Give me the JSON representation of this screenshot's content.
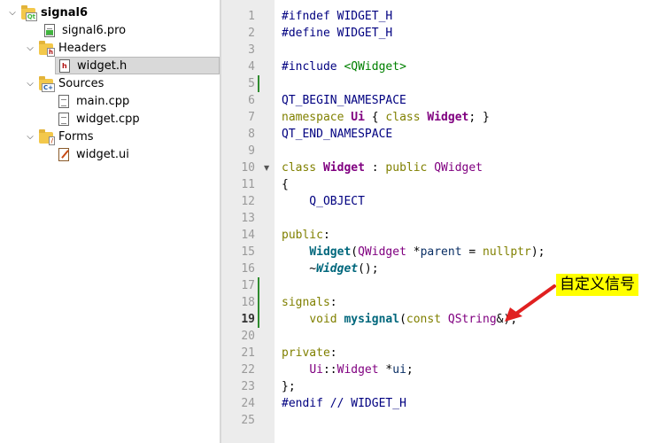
{
  "project_tree": {
    "project": "signal6",
    "items": [
      {
        "label": "signal6.pro"
      },
      {
        "label": "Headers"
      },
      {
        "label": "widget.h"
      },
      {
        "label": "Sources"
      },
      {
        "label": "main.cpp"
      },
      {
        "label": "widget.cpp"
      },
      {
        "label": "Forms"
      },
      {
        "label": "widget.ui"
      }
    ]
  },
  "editor": {
    "line_numbers": [
      "1",
      "2",
      "3",
      "4",
      "5",
      "6",
      "7",
      "8",
      "9",
      "10",
      "11",
      "12",
      "13",
      "14",
      "15",
      "16",
      "17",
      "18",
      "19",
      "20",
      "21",
      "22",
      "23",
      "24",
      "25"
    ],
    "current_line": 19,
    "lines": [
      [
        {
          "t": "#ifndef WIDGET_H",
          "c": "pp"
        }
      ],
      [
        {
          "t": "#define WIDGET_H",
          "c": "pp"
        }
      ],
      [],
      [
        {
          "t": "#include ",
          "c": "pp"
        },
        {
          "t": "<QWidget>",
          "c": "str"
        }
      ],
      [],
      [
        {
          "t": "QT_BEGIN_NAMESPACE",
          "c": "mac"
        }
      ],
      [
        {
          "t": "namespace ",
          "c": "kw"
        },
        {
          "t": "Ui",
          "c": "ty"
        },
        {
          "t": " { ",
          "c": ""
        },
        {
          "t": "class ",
          "c": "kw"
        },
        {
          "t": "Widget",
          "c": "ty"
        },
        {
          "t": "; }",
          "c": ""
        }
      ],
      [
        {
          "t": "QT_END_NAMESPACE",
          "c": "mac"
        }
      ],
      [],
      [
        {
          "t": "class ",
          "c": "kw"
        },
        {
          "t": "Widget",
          "c": "ty"
        },
        {
          "t": " : ",
          "c": ""
        },
        {
          "t": "public ",
          "c": "kw"
        },
        {
          "t": "QWidget",
          "c": "tyn"
        }
      ],
      [
        {
          "t": "{",
          "c": ""
        }
      ],
      [
        {
          "t": "    Q_OBJECT",
          "c": "mac"
        }
      ],
      [],
      [
        {
          "t": "public",
          "c": "kw"
        },
        {
          "t": ":",
          "c": ""
        }
      ],
      [
        {
          "t": "    ",
          "c": ""
        },
        {
          "t": "Widget",
          "c": "fn"
        },
        {
          "t": "(",
          "c": ""
        },
        {
          "t": "QWidget",
          "c": "tyn"
        },
        {
          "t": " *",
          "c": ""
        },
        {
          "t": "parent",
          "c": "ptr"
        },
        {
          "t": " = ",
          "c": ""
        },
        {
          "t": "nullptr",
          "c": "kw"
        },
        {
          "t": ");",
          "c": ""
        }
      ],
      [
        {
          "t": "    ~",
          "c": ""
        },
        {
          "t": "Widget",
          "c": "fni"
        },
        {
          "t": "();",
          "c": ""
        }
      ],
      [],
      [
        {
          "t": "signals",
          "c": "kw"
        },
        {
          "t": ":",
          "c": ""
        }
      ],
      [
        {
          "t": "    ",
          "c": ""
        },
        {
          "t": "void ",
          "c": "kw"
        },
        {
          "t": "mysignal",
          "c": "fn"
        },
        {
          "t": "(",
          "c": ""
        },
        {
          "t": "const ",
          "c": "kw"
        },
        {
          "t": "QString",
          "c": "tyn"
        },
        {
          "t": "&);",
          "c": ""
        }
      ],
      [],
      [
        {
          "t": "private",
          "c": "kw"
        },
        {
          "t": ":",
          "c": ""
        }
      ],
      [
        {
          "t": "    ",
          "c": ""
        },
        {
          "t": "Ui",
          "c": "tyn"
        },
        {
          "t": "::",
          "c": ""
        },
        {
          "t": "Widget",
          "c": "tyn"
        },
        {
          "t": " *",
          "c": ""
        },
        {
          "t": "ui",
          "c": "ptr"
        },
        {
          "t": ";",
          "c": ""
        }
      ],
      [
        {
          "t": "};",
          "c": ""
        }
      ],
      [
        {
          "t": "#endif ",
          "c": "pp"
        },
        {
          "t": "// WIDGET_H",
          "c": "cm"
        }
      ],
      []
    ]
  },
  "annotation": {
    "text": "自定义信号",
    "background": "#ffff00",
    "arrow_color": "#e02020"
  },
  "icons": {
    "expand": "chevron-down-icon",
    "project": "qt-project-folder-icon",
    "headers": "headers-folder-icon",
    "sources": "sources-folder-icon",
    "forms": "forms-folder-icon"
  }
}
